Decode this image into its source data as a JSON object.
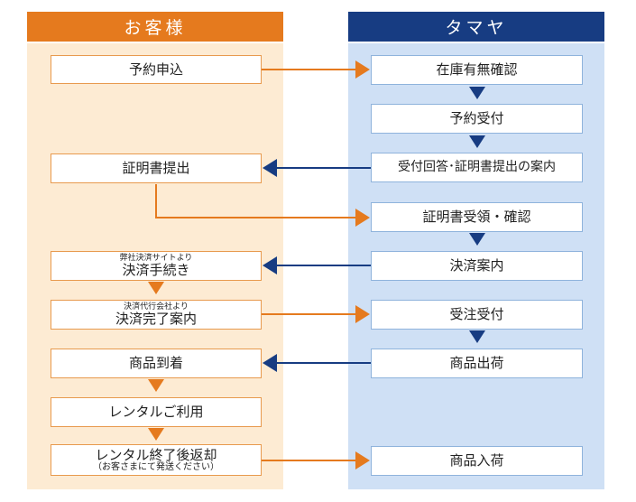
{
  "colors": {
    "customer_lane_bg": "#fdebd3",
    "customer_header_bg": "#e57a1e",
    "tamaya_lane_bg": "#cfe0f5",
    "tamaya_header_bg": "#173c82",
    "orange_arrow": "#e57a1e",
    "navy_arrow": "#173c82"
  },
  "lanes": {
    "customer": {
      "title": "お客様"
    },
    "tamaya": {
      "title": "タマヤ"
    }
  },
  "customer_steps": [
    {
      "label": "予約申込"
    },
    {
      "label": "証明書提出"
    },
    {
      "sub": "弊社決済サイトより",
      "label": "決済手続き"
    },
    {
      "sub": "決済代行会社より",
      "label": "決済完了案内"
    },
    {
      "label": "商品到着"
    },
    {
      "label": "レンタルご利用"
    },
    {
      "label": "レンタル終了後返却",
      "note": "（お客さまにて発送ください）"
    }
  ],
  "tamaya_steps": [
    {
      "label": "在庫有無確認"
    },
    {
      "label": "予約受付"
    },
    {
      "label": "受付回答･証明書提出の案内"
    },
    {
      "label": "証明書受領・確認"
    },
    {
      "label": "決済案内"
    },
    {
      "label": "受注受付"
    },
    {
      "label": "商品出荷"
    },
    {
      "label": "商品入荷"
    }
  ],
  "flows": [
    {
      "from": "customer.0",
      "to": "tamaya.0",
      "direction": "right"
    },
    {
      "from": "tamaya.0",
      "to": "tamaya.1",
      "direction": "down"
    },
    {
      "from": "tamaya.1",
      "to": "tamaya.2",
      "direction": "down"
    },
    {
      "from": "tamaya.2",
      "to": "customer.1",
      "direction": "left"
    },
    {
      "from": "customer.1",
      "to": "tamaya.3",
      "direction": "right"
    },
    {
      "from": "tamaya.3",
      "to": "tamaya.4",
      "direction": "down"
    },
    {
      "from": "tamaya.4",
      "to": "customer.2",
      "direction": "left"
    },
    {
      "from": "customer.2",
      "to": "customer.3",
      "direction": "down"
    },
    {
      "from": "customer.3",
      "to": "tamaya.5",
      "direction": "right"
    },
    {
      "from": "tamaya.5",
      "to": "tamaya.6",
      "direction": "down"
    },
    {
      "from": "tamaya.6",
      "to": "customer.4",
      "direction": "left"
    },
    {
      "from": "customer.4",
      "to": "customer.5",
      "direction": "down"
    },
    {
      "from": "customer.5",
      "to": "customer.6",
      "direction": "down"
    },
    {
      "from": "customer.6",
      "to": "tamaya.7",
      "direction": "right"
    }
  ]
}
